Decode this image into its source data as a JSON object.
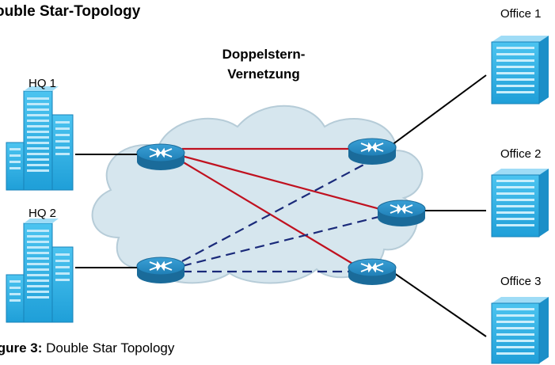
{
  "title": "ouble Star-Topology",
  "cloud_label": {
    "line1": "Doppelstern-",
    "line2": "Vernetzung"
  },
  "nodes": {
    "hq1": {
      "label": "HQ 1",
      "icon": "office-building-icon"
    },
    "hq2": {
      "label": "HQ 2",
      "icon": "office-building-icon"
    },
    "office1": {
      "label": "Office 1",
      "icon": "office-tower-icon"
    },
    "office2": {
      "label": "Office 2",
      "icon": "office-tower-icon"
    },
    "office3": {
      "label": "Office 3",
      "icon": "office-tower-icon"
    }
  },
  "routers": [
    "router-hq1",
    "router-hq2",
    "router-office1",
    "router-office2",
    "router-office3"
  ],
  "caption": {
    "prefix": "igure 3:",
    "text": " Double Star Topology"
  },
  "colors": {
    "primary_link": "#c0111f",
    "backup_link": "#1a2a7a",
    "access_link": "#000000",
    "cloud_fill": "#d6e6ee",
    "router_fill": "#1f86bd",
    "building_fill": "#3ab4e6"
  },
  "links": {
    "primary": [
      "hq1-office1",
      "hq1-office2",
      "hq1-office3"
    ],
    "backup": [
      "hq2-office1",
      "hq2-office2",
      "hq2-office3"
    ]
  }
}
